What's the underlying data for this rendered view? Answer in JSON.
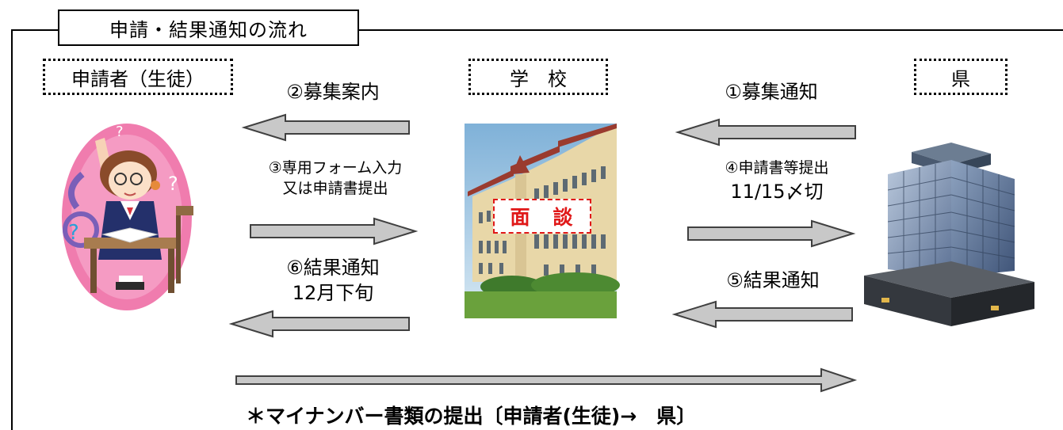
{
  "title": "申請・結果通知の流れ",
  "actors": {
    "applicant": "申請者（生徒）",
    "school": "学　校",
    "prefecture": "県"
  },
  "steps": {
    "s1": "①募集通知",
    "s2": "②募集案内",
    "s3_line1": "③専用フォーム入力",
    "s3_line2": "又は申請書提出",
    "s4_line1": "④申請書等提出",
    "s4_line2": "11/15〆切",
    "s5": "⑤結果通知",
    "s6_line1": "⑥結果通知",
    "s6_line2": "12月下旬"
  },
  "interview": "面　談",
  "note": "＊マイナンバー書類の提出〔申請者(生徒)→　県〕",
  "colors": {
    "arrow_fill": "#c8c8c8",
    "arrow_stroke": "#404040",
    "interview": "#e01818"
  },
  "icons": {
    "applicant": "student-illustration",
    "school": "school-building-photo",
    "prefecture": "office-building-illustration"
  }
}
